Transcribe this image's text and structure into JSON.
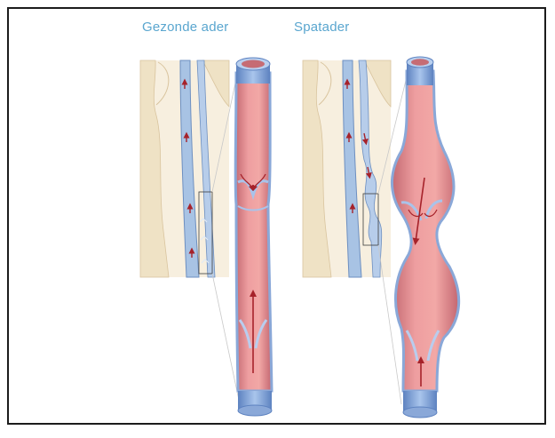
{
  "diagram": {
    "panels": [
      {
        "title": "Gezonde ader",
        "state": "healthy"
      },
      {
        "title": "Spatader",
        "state": "varicose"
      }
    ],
    "colors": {
      "skin": "#f6ecd9",
      "bone": "#f3e6c8",
      "vein": "#a8c3e4",
      "vein_outline": "#6d8fc0",
      "vessel_fill": "#e3a0a2",
      "vessel_wall": "#86a6d6",
      "arrow": "#a6222a",
      "title": "#5aa6cf"
    }
  }
}
